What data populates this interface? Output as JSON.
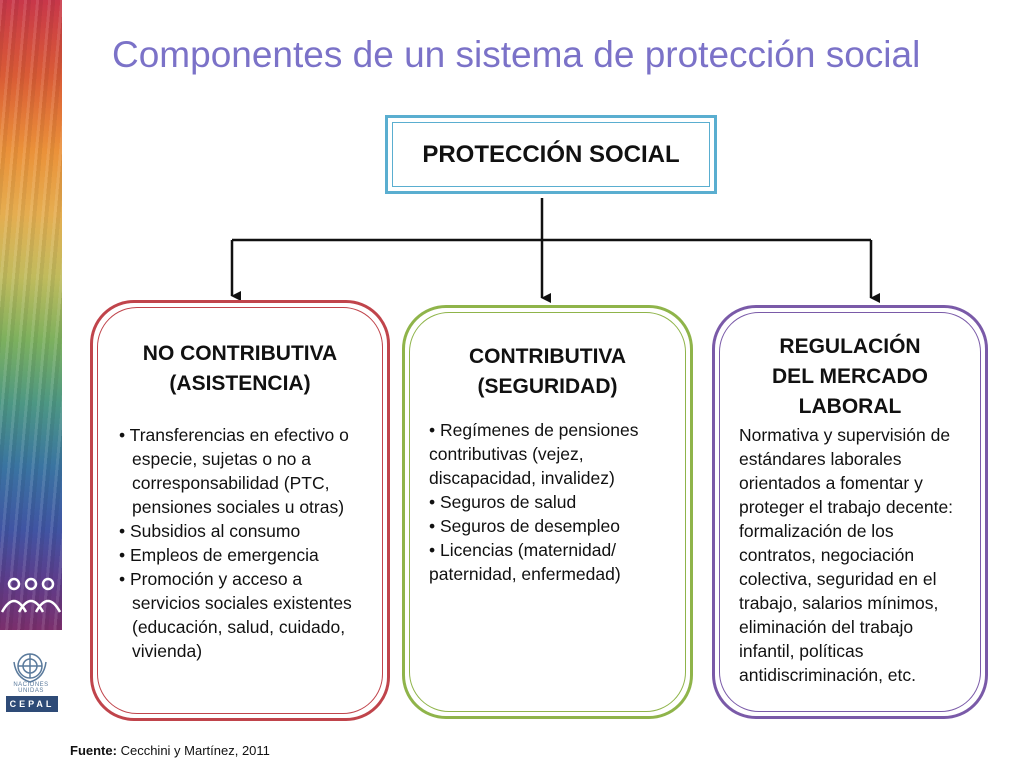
{
  "title": "Componentes de un sistema de protección social",
  "root": {
    "label": "PROTECCIÓN SOCIAL"
  },
  "branches": [
    {
      "title": "NO CONTRIBUTIVA (ASISTENCIA)",
      "title_lines": [
        "NO CONTRIBUTIVA",
        "(ASISTENCIA)"
      ],
      "items": [
        "• Transferencias en efectivo o especie, sujetas o no a corresponsabilidad (PTC, pensiones sociales u otras)",
        "• Subsidios al consumo",
        "• Empleos de emergencia",
        "• Promoción y acceso a servicios sociales existentes (educación, salud, cuidado, vivienda)"
      ],
      "color": "#c0444b"
    },
    {
      "title": "CONTRIBUTIVA (SEGURIDAD)",
      "title_lines": [
        "CONTRIBUTIVA",
        "(SEGURIDAD)"
      ],
      "items": [
        "• Regímenes de pensiones contributivas (vejez, discapacidad, invalidez)",
        "• Seguros de salud",
        "• Seguros de desempleo",
        "• Licencias (maternidad/ paternidad, enfermedad)"
      ],
      "color": "#8fb44a"
    },
    {
      "title": "REGULACIÓN DEL MERCADO LABORAL",
      "title_lines": [
        "REGULACIÓN",
        "DEL MERCADO",
        "LABORAL"
      ],
      "text": "Normativa y supervisión de estándares laborales orientados a fomentar y proteger el trabajo decente: formalización de los contratos, negociación colectiva, seguridad en el trabajo, salarios mínimos, eliminación del trabajo infantil, políticas antidiscriminación, etc.",
      "color": "#7a5aa8"
    }
  ],
  "footer": {
    "label": "Fuente:",
    "text": "Cecchini y Martínez, 2011"
  },
  "logo": {
    "un_text": "NACIONES UNIDAS",
    "cepal": "CEPAL"
  },
  "colors": {
    "title": "#7b72c8",
    "root_border": "#5aaed0"
  }
}
